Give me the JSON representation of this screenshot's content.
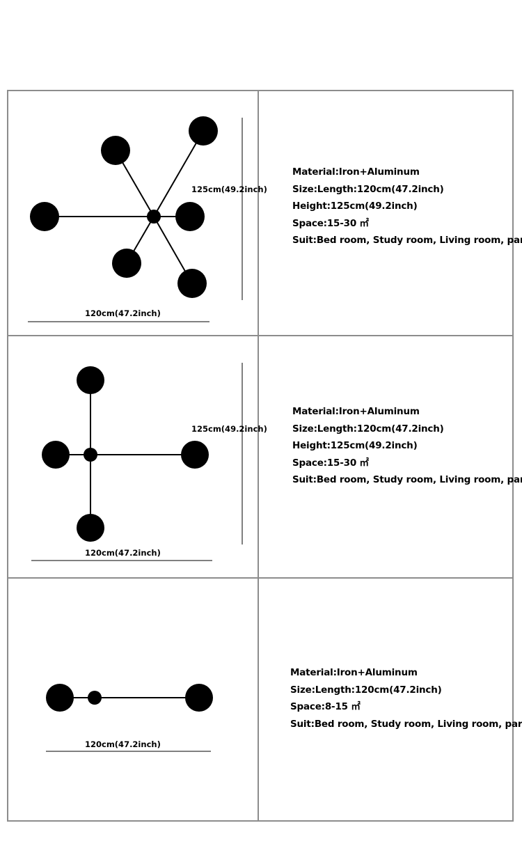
{
  "products": [
    {
      "width_label": "120cm(47.2inch)",
      "height_label": "125cm(49.2inch)",
      "specs": {
        "material": "Material:Iron+Aluminum",
        "size": "Size:Length:120cm(47.2inch)",
        "height": "Height:125cm(49.2inch)",
        "space": "Space:15-30 ㎡",
        "suit": "Suit:Bed room, Study room, Living room, parlor"
      }
    },
    {
      "width_label": "120cm(47.2inch)",
      "height_label": "125cm(49.2inch)",
      "specs": {
        "material": "Material:Iron+Aluminum",
        "size": "Size:Length:120cm(47.2inch)",
        "height": "Height:125cm(49.2inch)",
        "space": "Space:15-30 ㎡",
        "suit": "Suit:Bed room, Study room, Living room, parlor"
      }
    },
    {
      "width_label": "120cm(47.2inch)",
      "specs": {
        "material": "Material:Iron+Aluminum",
        "size": "Size:Length:120cm(47.2inch)",
        "space": "Space:8-15 ㎡",
        "suit": "Suit:Bed room, Study room, Living room, parlor"
      }
    }
  ]
}
